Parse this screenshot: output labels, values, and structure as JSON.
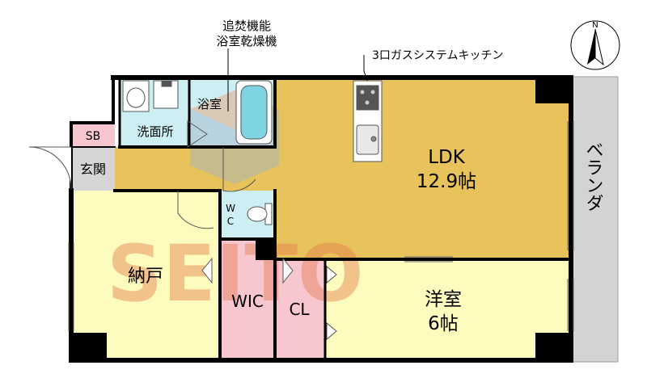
{
  "rooms": {
    "ldk_name": "LDK",
    "ldk_size": "12.9帖",
    "western_name": "洋室",
    "western_size": "6帖",
    "storage": "納戸",
    "wic": "WIC",
    "closet": "CL",
    "bath": "浴室",
    "washroom": "洗面所",
    "entrance": "玄関",
    "shoebox": "SB",
    "wc_w": "W",
    "wc_c": "C",
    "balcony": "ベランダ"
  },
  "annotations": {
    "bath_features_line1": "追焚機能",
    "bath_features_line2": "浴室乾燥機",
    "kitchen": "3口ガスシステムキッチン"
  },
  "compass": {
    "north": "N"
  },
  "watermark": {
    "text": "SEITO"
  },
  "colors": {
    "ldk": "#e8c25a",
    "western": "#fdfbbd",
    "storage": "#fdfbbd",
    "wic": "#f7c6cf",
    "closet": "#f7c6cf",
    "wet_area": "#cdeef2",
    "entrance": "#d5d5d5",
    "shoebox": "#f7c6cf",
    "balcony": "#d3d3d3",
    "wall": "#000000"
  }
}
